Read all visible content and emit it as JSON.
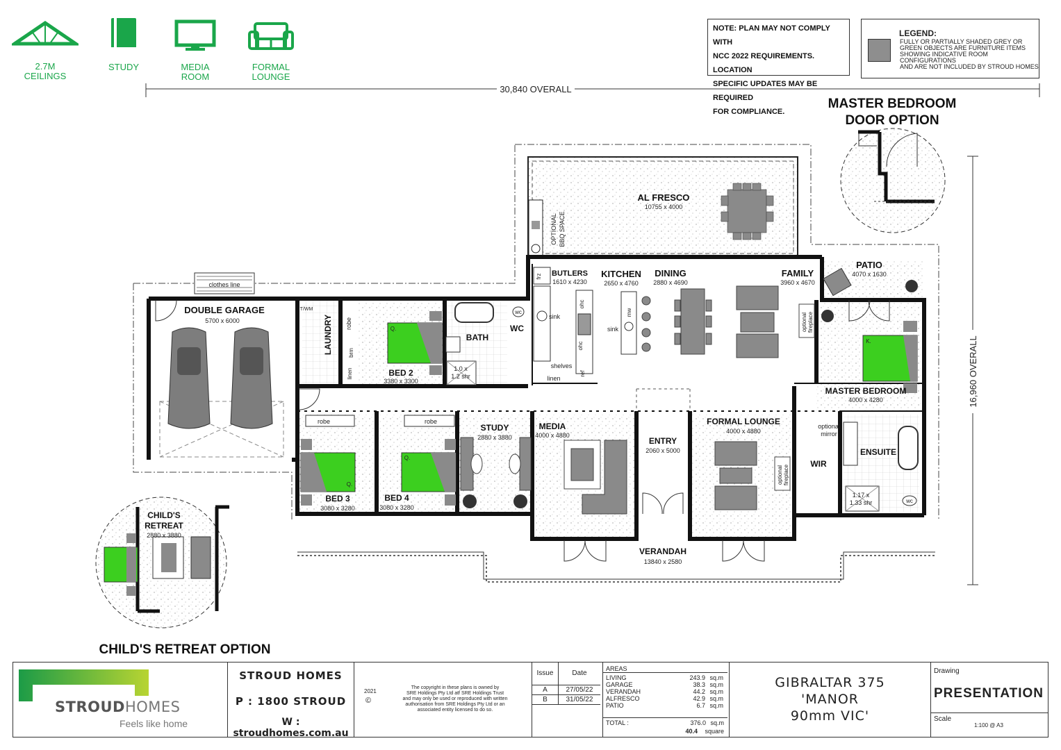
{
  "features": [
    {
      "icon": "ceiling-icon",
      "label": "2.7M\nCEILINGS",
      "line1": "2.7M",
      "line2": "CEILINGS"
    },
    {
      "icon": "book-icon",
      "line1": "STUDY",
      "line2": ""
    },
    {
      "icon": "tv-icon",
      "line1": "MEDIA",
      "line2": "ROOM"
    },
    {
      "icon": "sofa-icon",
      "line1": "FORMAL",
      "line2": "LOUNGE"
    }
  ],
  "note": [
    "NOTE: PLAN MAY NOT COMPLY WITH",
    "NCC 2022 REQUIREMENTS. LOCATION",
    "SPECIFIC UPDATES MAY BE REQUIRED",
    "FOR COMPLIANCE."
  ],
  "legend": {
    "title": "LEGEND:",
    "lines": [
      "FULLY OR PARTIALLY SHADED GREY OR",
      "GREEN OBJECTS ARE FURNITURE ITEMS",
      "SHOWING INDICATIVE ROOM CONFIGURATIONS",
      "AND ARE NOT INCLUDED BY STROUD HOMES"
    ]
  },
  "overall_width": "30,840 OVERALL",
  "overall_height": "16,960 OVERALL",
  "option_master": [
    "MASTER BEDROOM",
    "DOOR OPTION"
  ],
  "option_child": "CHILD'S RETREAT OPTION",
  "rooms": {
    "alfresco": {
      "name": "AL FRESCO",
      "dim": "10755 x 4000"
    },
    "bbq": [
      "OPTIONAL",
      "BBQ SPACE"
    ],
    "butlers": {
      "name": "BUTLERS",
      "dim": "1610 x 4230"
    },
    "kitchen": {
      "name": "KITCHEN",
      "dim": "2650 x 4760"
    },
    "dining": {
      "name": "DINING",
      "dim": "2880 x 4690"
    },
    "family": {
      "name": "FAMILY",
      "dim": "3960 x 4670"
    },
    "patio": {
      "name": "PATIO",
      "dim": "4070 x 1630"
    },
    "garage": {
      "name": "DOUBLE GARAGE",
      "dim": "5700 x 6000"
    },
    "clothes": "clothes line",
    "laundry": "LAUNDRY",
    "bed2": {
      "name": "BED 2",
      "dim": "3380 x 3300"
    },
    "bath": "BATH",
    "wc": "WC",
    "study": {
      "name": "STUDY",
      "dim": "2880 x 3880"
    },
    "media": {
      "name": "MEDIA",
      "dim": "4000 x 4880"
    },
    "entry": {
      "name": "ENTRY",
      "dim": "2060 x 5000"
    },
    "formal": {
      "name": "FORMAL LOUNGE",
      "dim": "4000 x 4880"
    },
    "master": {
      "name": "MASTER BEDROOM",
      "dim": "4000 x 4280"
    },
    "wir": "WIR",
    "ensuite": "ENSUITE",
    "bed3": {
      "name": "BED 3",
      "dim": "3080 x 3280"
    },
    "bed4": {
      "name": "BED 4",
      "dim": "3080 x 3280"
    },
    "verandah": {
      "name": "VERANDAH",
      "dim": "13840 x 2580"
    },
    "child": {
      "name1": "CHILD'S",
      "name2": "RETREAT",
      "dim": "2880 x 3880"
    }
  },
  "fixtures": {
    "robe": "robe",
    "linen": "linen",
    "brm": "brm",
    "shelves": "shelves",
    "sink": "sink",
    "frz": "frz",
    "ohc": "ohc",
    "mw": "mw",
    "shr1": [
      "1.0 x",
      "1.2 shr"
    ],
    "shr2": [
      "1.17 x",
      "1.33 shr"
    ],
    "wcsmall": "wc",
    "optional_fireplace": [
      "optional",
      "fireplace"
    ],
    "optional_mirror": [
      "optional",
      "mirror"
    ],
    "q": "Q.",
    "k": "K.",
    "tub": "T/WM",
    "ref": "ref"
  },
  "titleblock": {
    "logo_word1": "STROUD",
    "logo_word2": "HOMES",
    "tagline": "Feels like home",
    "company": "STROUD HOMES",
    "phone": "P : 1800 STROUD",
    "web": "W : stroudhomes.com.au",
    "year": "2021",
    "copyright": "©",
    "copytext": [
      "The copyright in these plans is owned by",
      "SRE Holdings Pty Ltd atf SRE Holdings Trust",
      "and may only be used or reproduced with written",
      "authorisation from SRE Holdings Pty Ltd or an",
      "associated entity licensed to do so."
    ],
    "issue_header": [
      "Issue",
      "Date"
    ],
    "issues": [
      [
        "A",
        "27/05/22"
      ],
      [
        "B",
        "31/05/22"
      ]
    ],
    "areas_title": "AREAS",
    "areas": [
      {
        "name": "LIVING",
        "value": "243.9",
        "unit": "sq.m"
      },
      {
        "name": "GARAGE",
        "value": "38.3",
        "unit": "sq.m"
      },
      {
        "name": "VERANDAH",
        "value": "44.2",
        "unit": "sq.m"
      },
      {
        "name": "ALFRESCO",
        "value": "42.9",
        "unit": "sq.m"
      },
      {
        "name": "PATIO",
        "value": "6.7",
        "unit": "sq.m"
      }
    ],
    "total_label": "TOTAL :",
    "total_value": "376.0",
    "total_unit": "sq.m",
    "squares_value": "40.4",
    "squares_unit": "square",
    "project": [
      "GIBRALTAR 375",
      "'MANOR",
      "90mm VIC'"
    ],
    "drawing_label": "Drawing",
    "drawing": "PRESENTATION",
    "scale_label": "Scale",
    "scale": "1:100 @ A3"
  },
  "colors": {
    "green": "#1aa64a",
    "furniture": "#8a8a8a",
    "bedgreen": "#3ccf1f",
    "wall": "#111111"
  }
}
